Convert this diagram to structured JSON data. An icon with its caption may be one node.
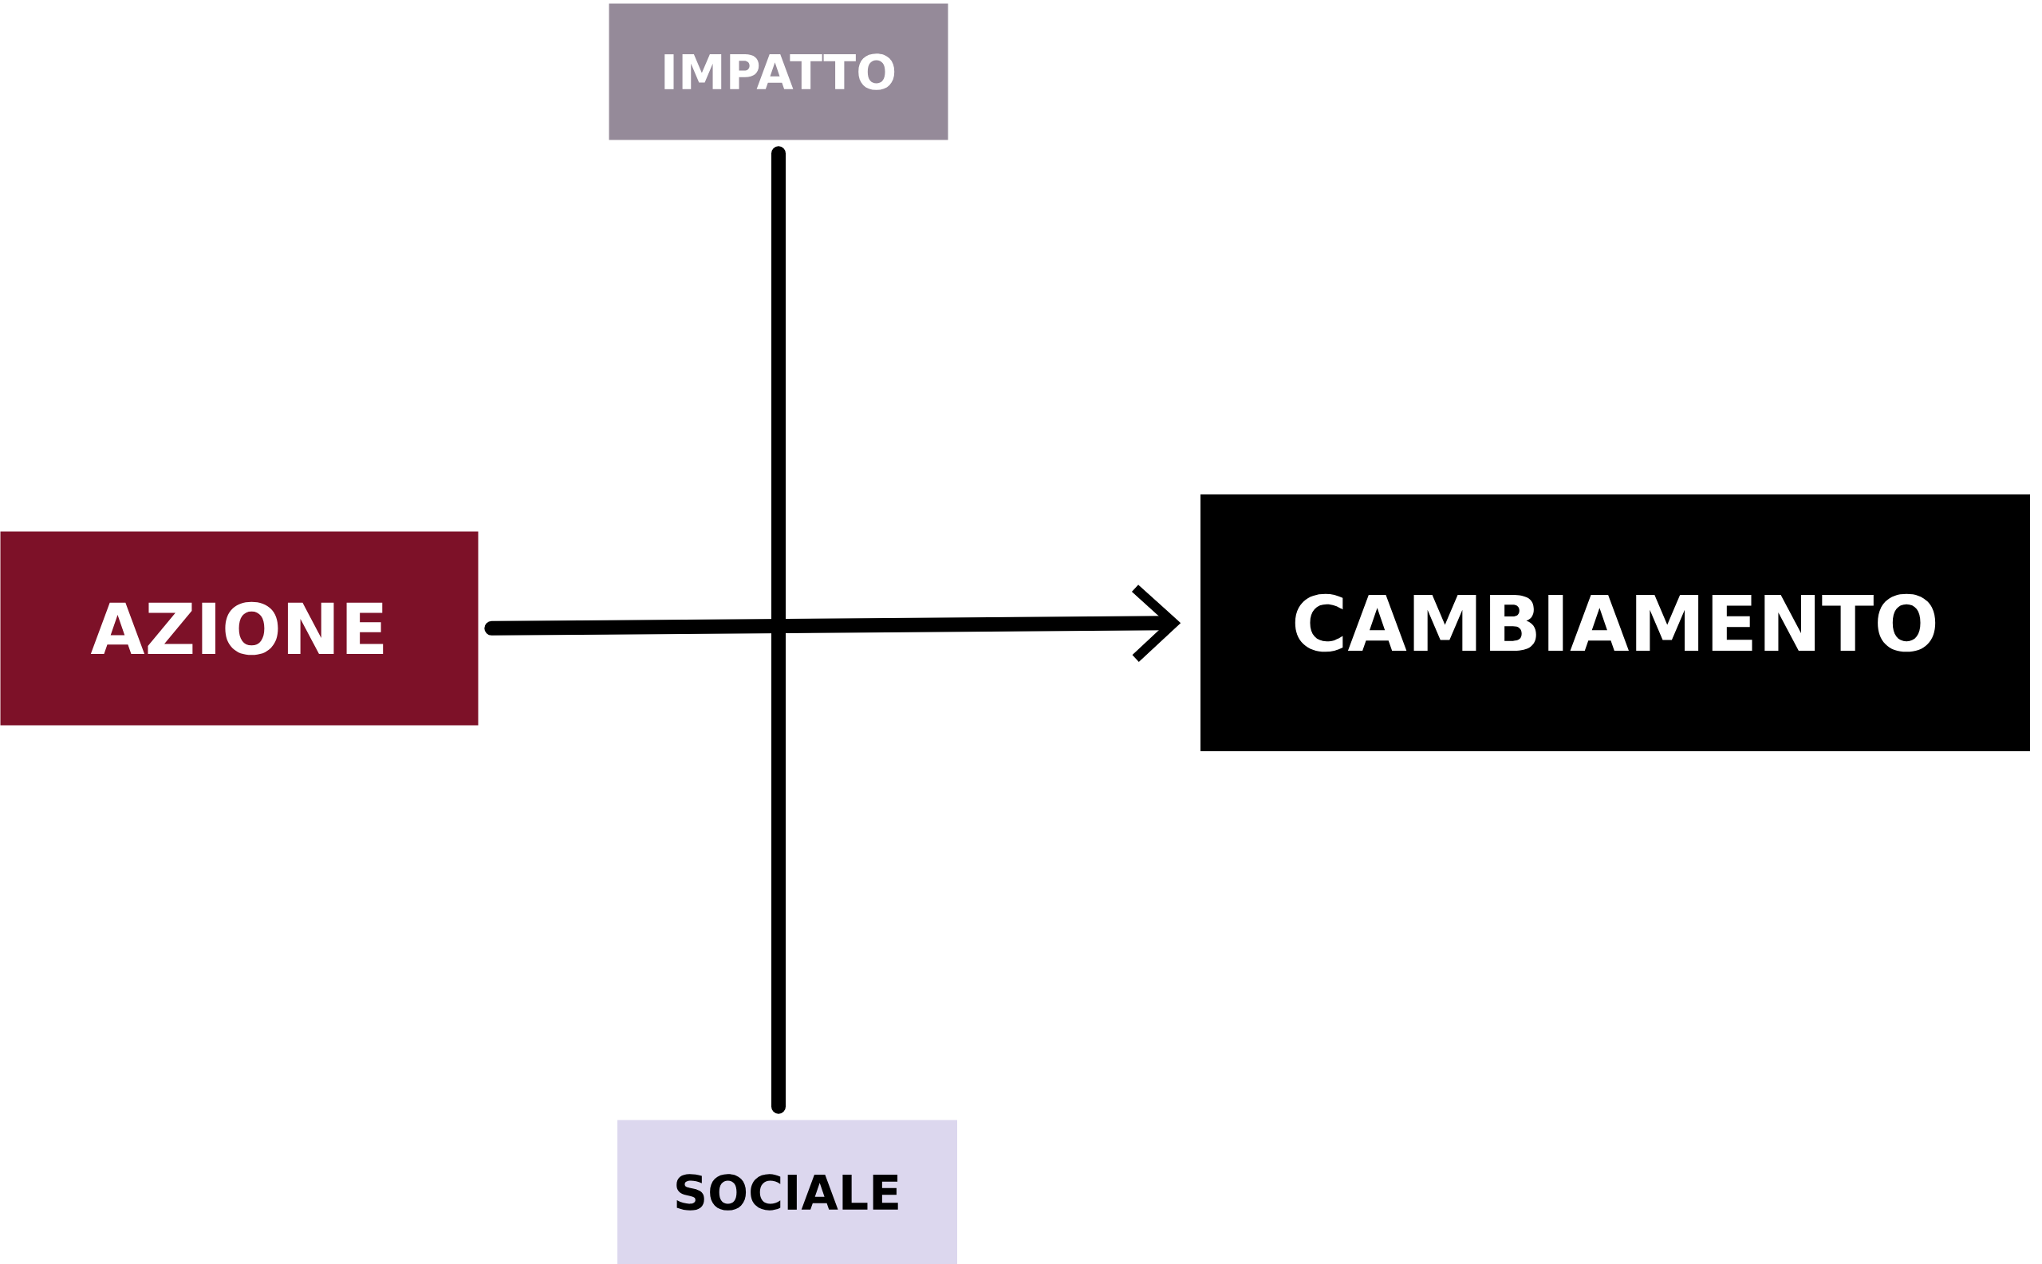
{
  "diagram": {
    "nodes": [
      {
        "text": [
          "IMPATTO"
        ]
      },
      {
        "text": [
          "AZIONE"
        ]
      },
      {
        "text": [
          "CAMBIAMENTO"
        ]
      },
      {
        "text": [
          "SOCIALE"
        ]
      }
    ],
    "edges": [
      {
        "from": 1,
        "to": 2,
        "arrow": "to"
      },
      {
        "from": 0,
        "to": 3,
        "arrow": "none"
      }
    ]
  }
}
